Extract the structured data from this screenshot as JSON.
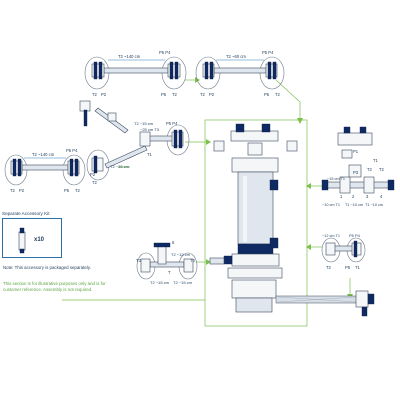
{
  "labels": {
    "a1_len": "T2 ~140 cm",
    "a1_p5": "P5 P4",
    "a1_t2": "T2",
    "a1_p2": "P2",
    "a1_p5b": "P5",
    "a1_t2b": "T2",
    "a2_len": "T2 ~60 cm",
    "a2_p5": "P5 P4",
    "a2_t2": "T2",
    "a2_p2": "P2",
    "a2_p5b": "P5",
    "a2_t2b": "T2",
    "b_len": "T2 ~140 cm",
    "b_p5": "P5 P4",
    "b_t2": "T2",
    "b_p2": "P2",
    "b_p5b": "P5",
    "b_t2b": "T2",
    "c_len1": "T2 ~15 cm",
    "c_len2": "~25 cm T3",
    "c_len3": "T2 ~35 cm",
    "c_p5": "P5 P4",
    "c_t1": "T1",
    "c_p2": "P2",
    "c_t2": "T2",
    "d_t2": "T2 ~12 cm",
    "d_t3": "T3",
    "d_t4": "T4",
    "d_6": "6",
    "d_b1": "T2 ~15 cm",
    "d_b2": "T2 ~15 cm",
    "d_b3": "T",
    "r_p1": "P1",
    "r_p3": "P3",
    "r_t2a": "T2",
    "r_t2b": "T2",
    "r_t1": "T1",
    "r_1": "1",
    "r_2": "2",
    "r_3": "3",
    "r_4": "4",
    "r_b1": "~10 cm T1",
    "r_b2": "T1 ~10 cm",
    "r_b3": "T1 ~10 cm",
    "r_len": "~15 cm T1",
    "r2_len": "~12 cm T1",
    "r2_p5": "P5 P4",
    "r2_t2": "T2",
    "r2_p5b": "P5",
    "r2_t1": "T1"
  },
  "accessory": {
    "title": "Separate Accessory Kit",
    "qty": "x10",
    "note": "Note:  This accessory is packaged separately."
  },
  "illustrative_note": "This section is for illustrative purposes only and is for customer reference. Assembly is not required."
}
